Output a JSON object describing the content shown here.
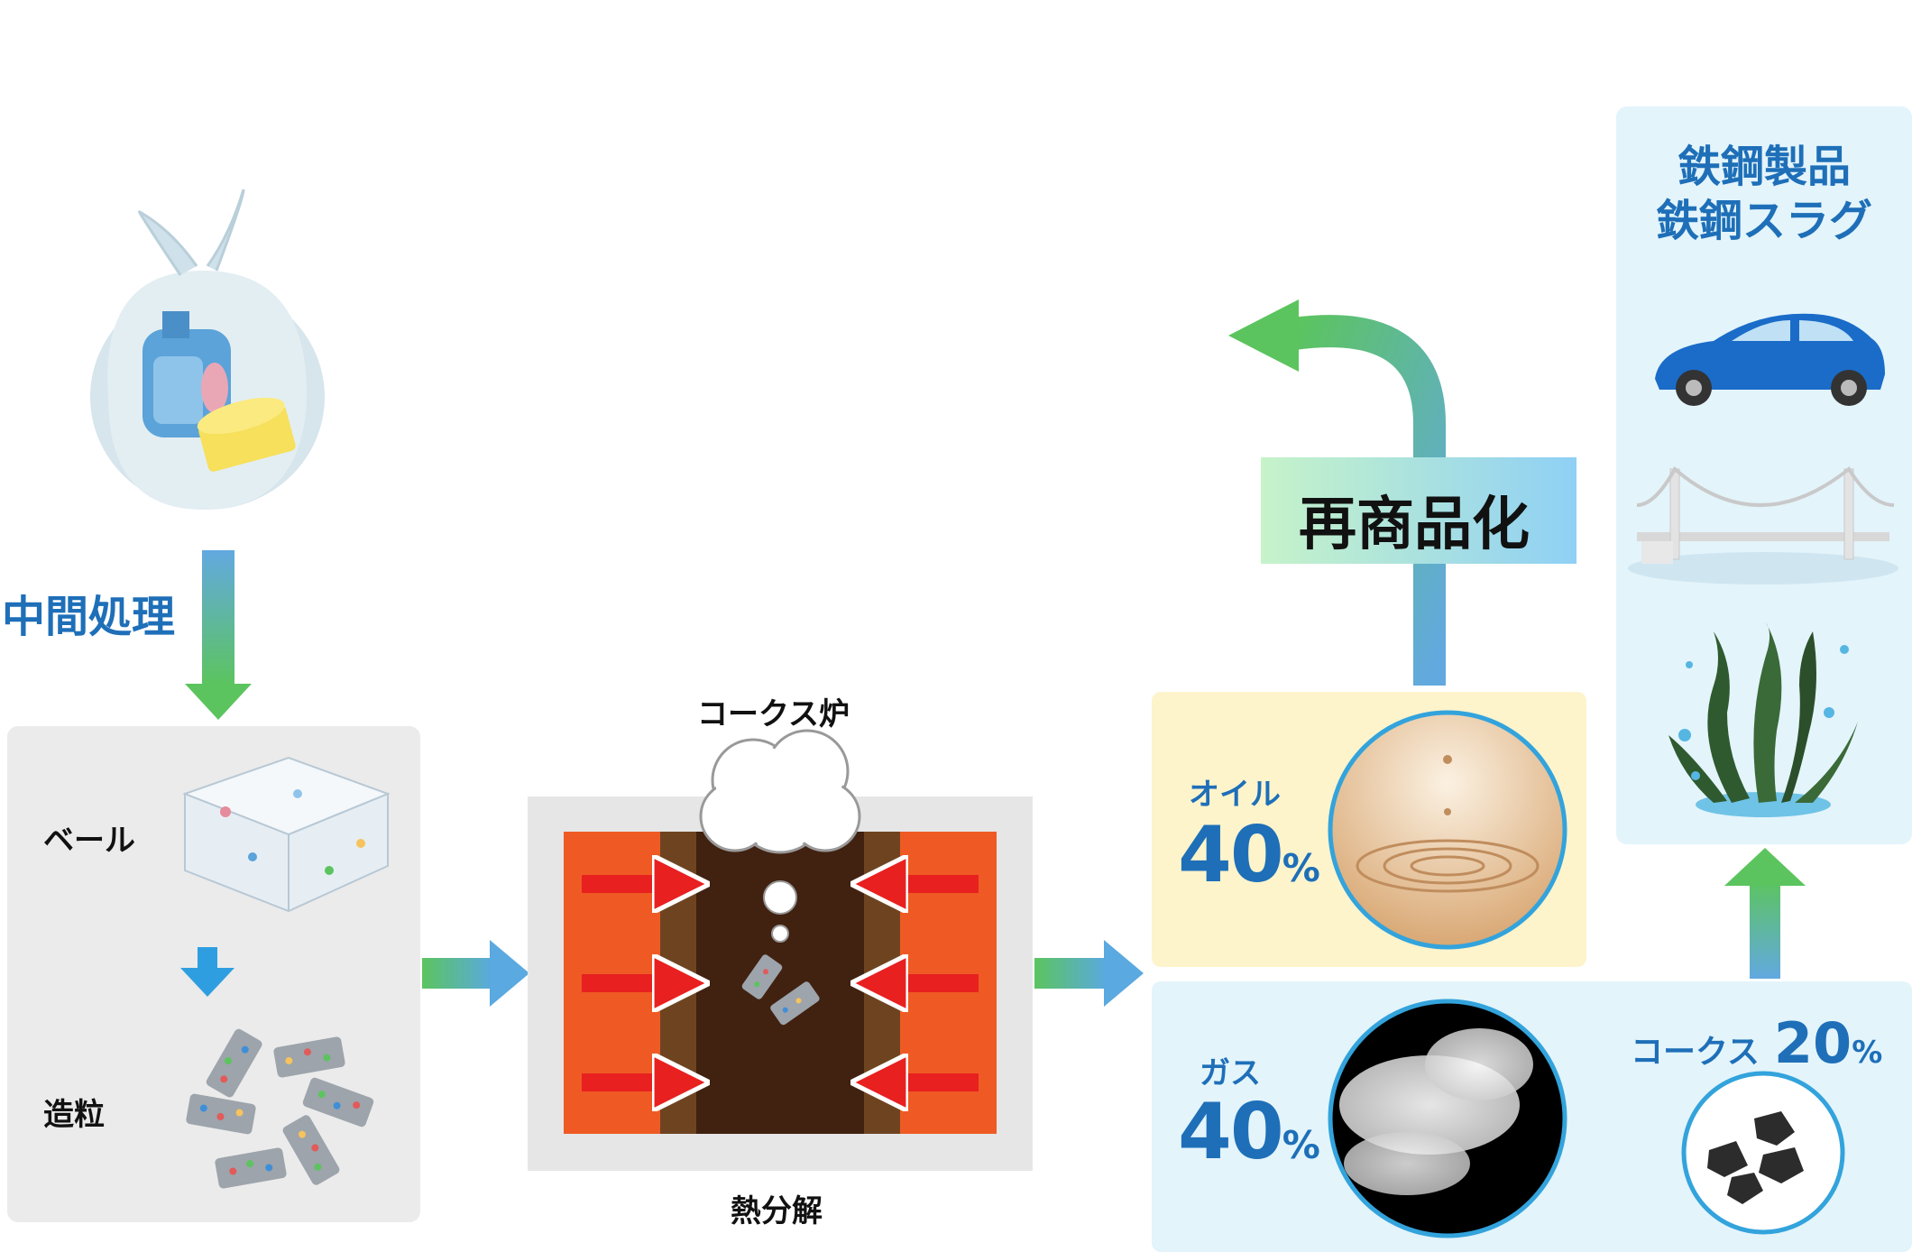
{
  "labels": {
    "intermediate": "中間処理",
    "bale": "ベール",
    "granulation": "造粒",
    "coke_oven": "コークス炉",
    "pyrolysis": "熱分解",
    "recommercialize": "再商品化",
    "oil_name": "オイル",
    "oil_value": "40",
    "gas_name": "ガス",
    "gas_value": "40",
    "coke_name": "コークス",
    "coke_value": "20",
    "percent": "%",
    "steel_line1": "鉄鋼製品",
    "steel_line2": "鉄鋼スラグ"
  },
  "icons": [
    "plastic-bag-icon",
    "bale-icon",
    "pellets-icon",
    "oven-icon",
    "cloud-icon",
    "oil-drop-icon",
    "gas-smoke-icon",
    "coke-lumps-icon",
    "car-icon",
    "bridge-icon",
    "seaweed-icon"
  ],
  "colors": {
    "accent_blue": "#1e6fb8",
    "arrow_green": "#5cc45e",
    "arrow_blue": "#5aa9e0",
    "oven_orange": "#ef5a24",
    "oven_brown": "#6e4420",
    "oven_dark": "#412110",
    "heat_arrow": "#e82020"
  }
}
